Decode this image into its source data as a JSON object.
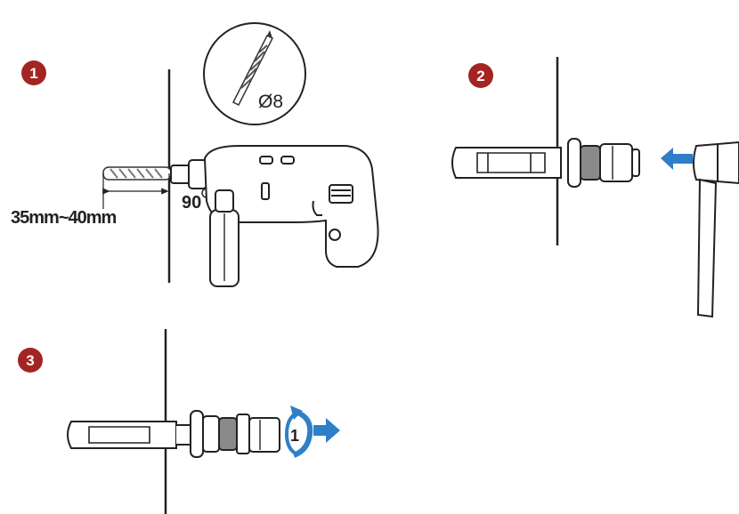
{
  "steps": [
    {
      "number": "1",
      "drill_bit_size": "Ø8",
      "depth_label": "35mm~40mm",
      "angle_label": "90"
    },
    {
      "number": "2"
    },
    {
      "number": "3",
      "turn_label": "1"
    }
  ],
  "colors": {
    "badge": "#a32422",
    "arrow": "#2f7fc8",
    "line": "#222222",
    "metal_dark": "#8a8a8a",
    "metal_light": "#d9d9d9"
  },
  "icons": [
    "drill-icon",
    "drill-bit-icon",
    "expansion-bolt-icon",
    "hammer-icon",
    "wrench-turn-icon",
    "arrow-icon"
  ]
}
